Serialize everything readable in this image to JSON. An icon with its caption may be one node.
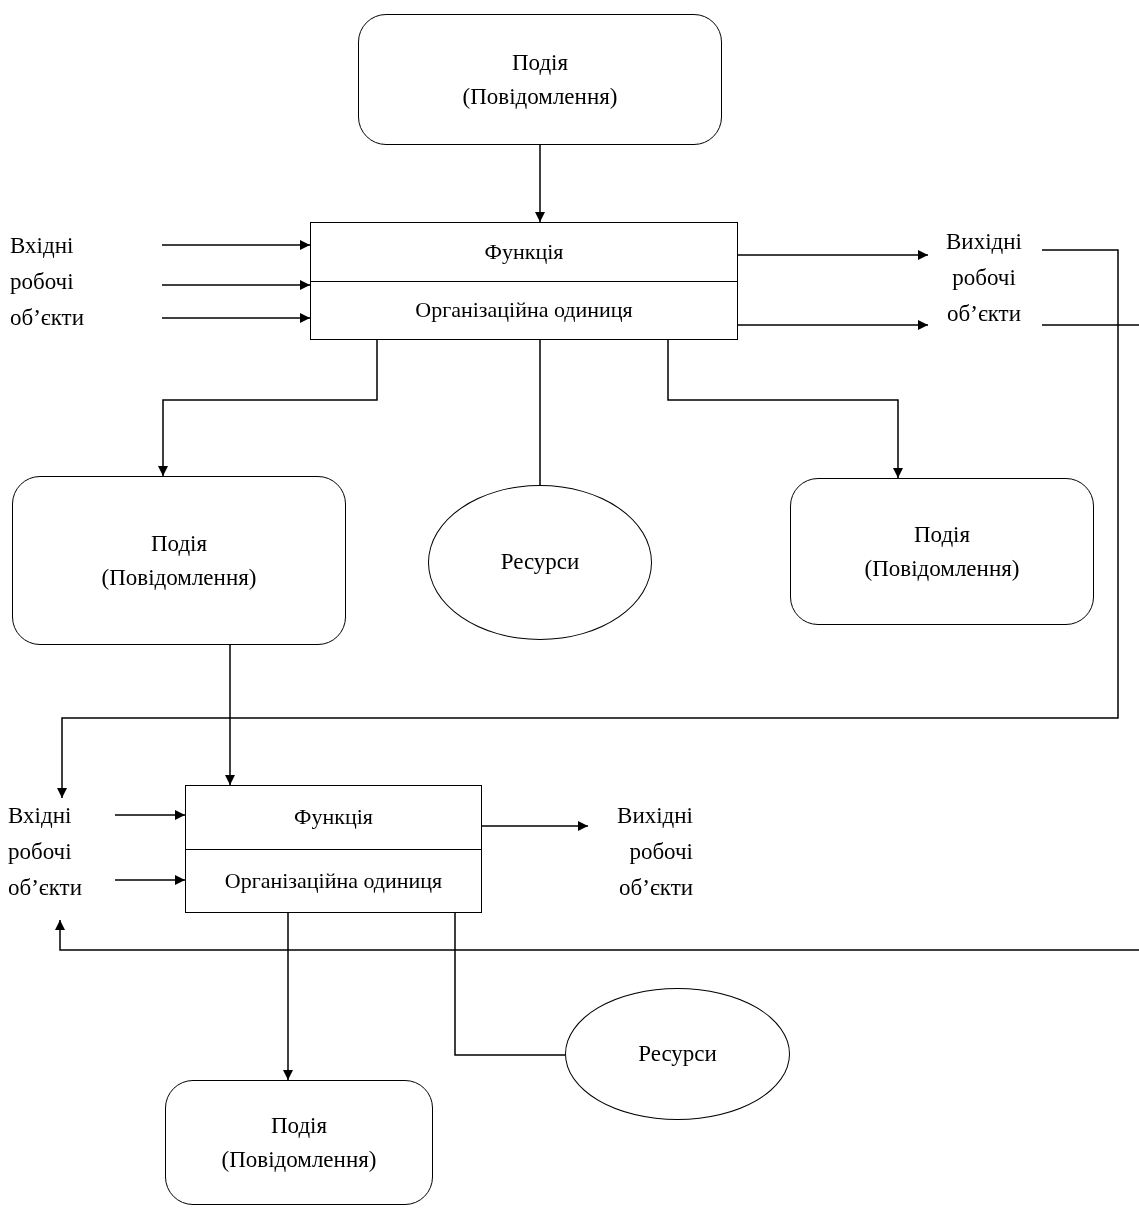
{
  "diagram": {
    "nodes": [
      {
        "text": [
          "Подія (Повідомлення)"
        ]
      },
      {
        "text": [
          "Функція",
          "Організаційна одиниця"
        ]
      },
      {
        "text": [
          "Вхідні робочі об’єкти"
        ]
      },
      {
        "text": [
          "Вихідні робочі об’єкти"
        ]
      },
      {
        "text": [
          "Подія (Повідомлення)"
        ]
      },
      {
        "text": [
          "Ресурси"
        ]
      },
      {
        "text": [
          "Подія (Повідомлення)"
        ]
      },
      {
        "text": [
          "Вхідні робочі об’єкти"
        ]
      },
      {
        "text": [
          "Функція",
          "Організаційна одиниця"
        ]
      },
      {
        "text": [
          "Вихідні робочі об’єкти"
        ]
      },
      {
        "text": [
          "Ресурси"
        ]
      },
      {
        "text": [
          "Подія (Повідомлення)"
        ]
      }
    ],
    "edges": [
      {
        "from": 0,
        "to": 1,
        "arrow": "to"
      },
      {
        "from": 2,
        "to": 1,
        "arrow": "to"
      },
      {
        "from": 2,
        "to": 1,
        "arrow": "to"
      },
      {
        "from": 2,
        "to": 1,
        "arrow": "to"
      },
      {
        "from": 1,
        "to": 3,
        "arrow": "to"
      },
      {
        "from": 1,
        "to": 3,
        "arrow": "to"
      },
      {
        "from": 3,
        "to": null,
        "arrow": "none"
      },
      {
        "from": 3,
        "to": 7,
        "arrow": "to"
      },
      {
        "from": 1,
        "to": 4,
        "arrow": "to"
      },
      {
        "from": 1,
        "to": 5,
        "arrow": "none"
      },
      {
        "from": 1,
        "to": 6,
        "arrow": "to"
      },
      {
        "from": 4,
        "to": 8,
        "arrow": "to"
      },
      {
        "from": 7,
        "to": 8,
        "arrow": "to"
      },
      {
        "from": 7,
        "to": 8,
        "arrow": "to"
      },
      {
        "from": 8,
        "to": 9,
        "arrow": "to"
      },
      {
        "from": null,
        "to": 7,
        "arrow": "to"
      },
      {
        "from": 8,
        "to": 11,
        "arrow": "to"
      },
      {
        "from": 8,
        "to": 10,
        "arrow": "none"
      }
    ]
  }
}
